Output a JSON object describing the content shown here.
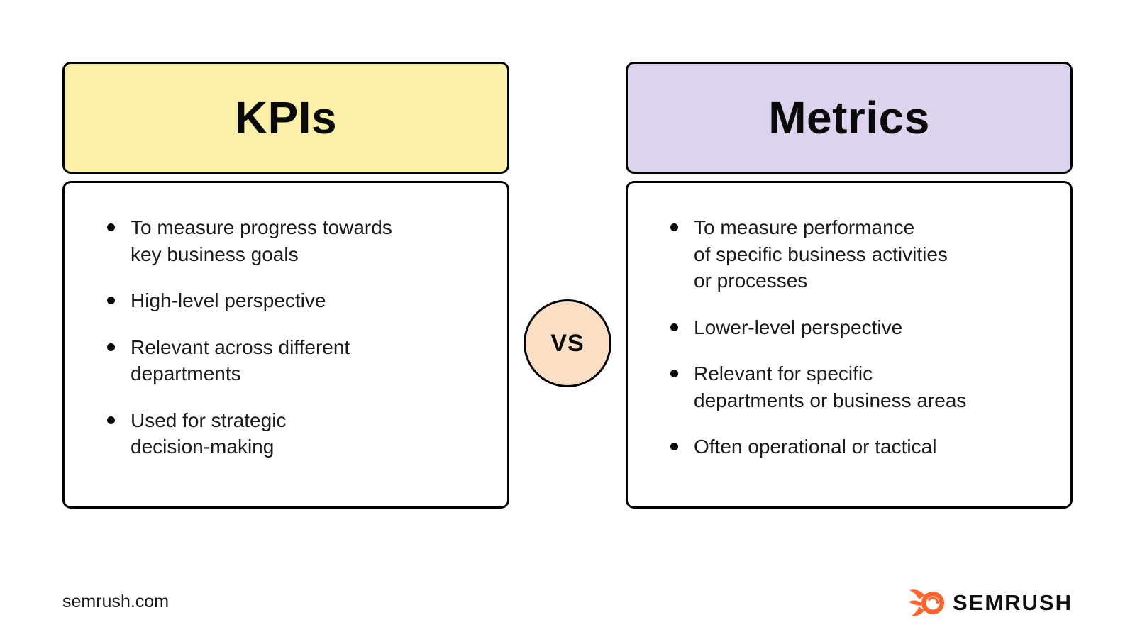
{
  "canvas": {
    "background": "#FFFFFF"
  },
  "columns": [
    {
      "title": "KPIs",
      "header_bg": "#FAF0AA",
      "bullets": [
        "To measure progress towards\nkey business goals",
        "High-level perspective",
        "Relevant across different\ndepartments",
        "Used for strategic\ndecision-making"
      ]
    },
    {
      "title": "Metrics",
      "header_bg": "#DDD3EE",
      "bullets": [
        "To measure performance\nof specific business activities\nor processes",
        "Lower-level perspective",
        "Relevant for specific\ndepartments or business areas",
        "Often operational or tactical"
      ]
    }
  ],
  "vs_badge": {
    "label": "VS",
    "bg": "#FBDFC4"
  },
  "footer": {
    "website": "semrush.com",
    "brand_wordmark": "SEMRUSH",
    "brand_color": "#FF642D"
  },
  "colors": {
    "border": "#000000",
    "text": "#1A1A1A"
  }
}
